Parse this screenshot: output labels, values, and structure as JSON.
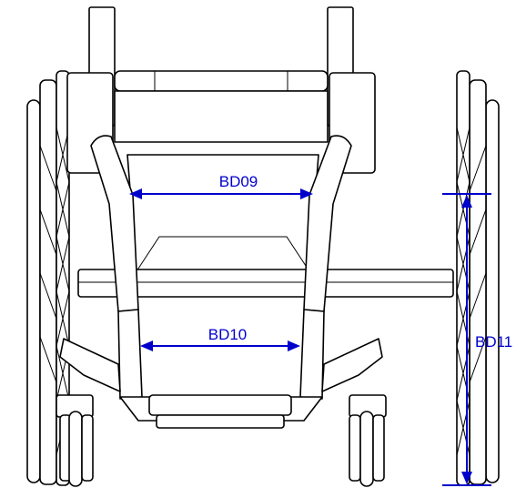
{
  "labels": {
    "bd09": "BD09",
    "bd10": "BD10",
    "bd11": "BD11"
  },
  "colors": {
    "dimension": "#0000cc",
    "line": "#000000",
    "background": "#ffffff"
  }
}
